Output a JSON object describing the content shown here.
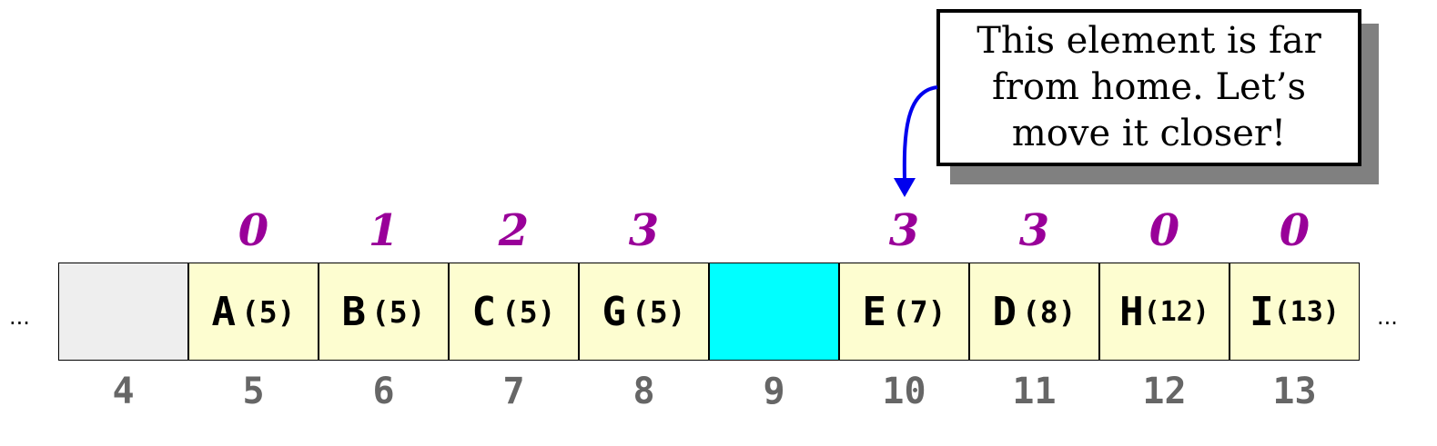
{
  "ellipsis_left": "...",
  "ellipsis_right": "...",
  "cells": [
    {
      "index": "4",
      "key": "",
      "home": "",
      "distance": "",
      "state": "empty"
    },
    {
      "index": "5",
      "key": "A",
      "home": "(5)",
      "distance": "0",
      "state": "filled"
    },
    {
      "index": "6",
      "key": "B",
      "home": "(5)",
      "distance": "1",
      "state": "filled"
    },
    {
      "index": "7",
      "key": "C",
      "home": "(5)",
      "distance": "2",
      "state": "filled"
    },
    {
      "index": "8",
      "key": "G",
      "home": "(5)",
      "distance": "3",
      "state": "filled"
    },
    {
      "index": "9",
      "key": "",
      "home": "",
      "distance": "",
      "state": "hole"
    },
    {
      "index": "10",
      "key": "E",
      "home": "(7)",
      "distance": "3",
      "state": "filled"
    },
    {
      "index": "11",
      "key": "D",
      "home": "(8)",
      "distance": "3",
      "state": "filled"
    },
    {
      "index": "12",
      "key": "H",
      "home": "(12)",
      "distance": "0",
      "state": "filled"
    },
    {
      "index": "13",
      "key": "I",
      "home": "(13)",
      "distance": "0",
      "state": "filled"
    }
  ],
  "callout": {
    "line1": "This element is far",
    "line2": "from home. Let’s",
    "line3": "move it closer!"
  },
  "colors": {
    "filled": "#fdfdd0",
    "empty": "#eeeeee",
    "hole": "#00ffff",
    "distance": "#990099",
    "index": "#666666",
    "arrow": "#0000ee"
  }
}
